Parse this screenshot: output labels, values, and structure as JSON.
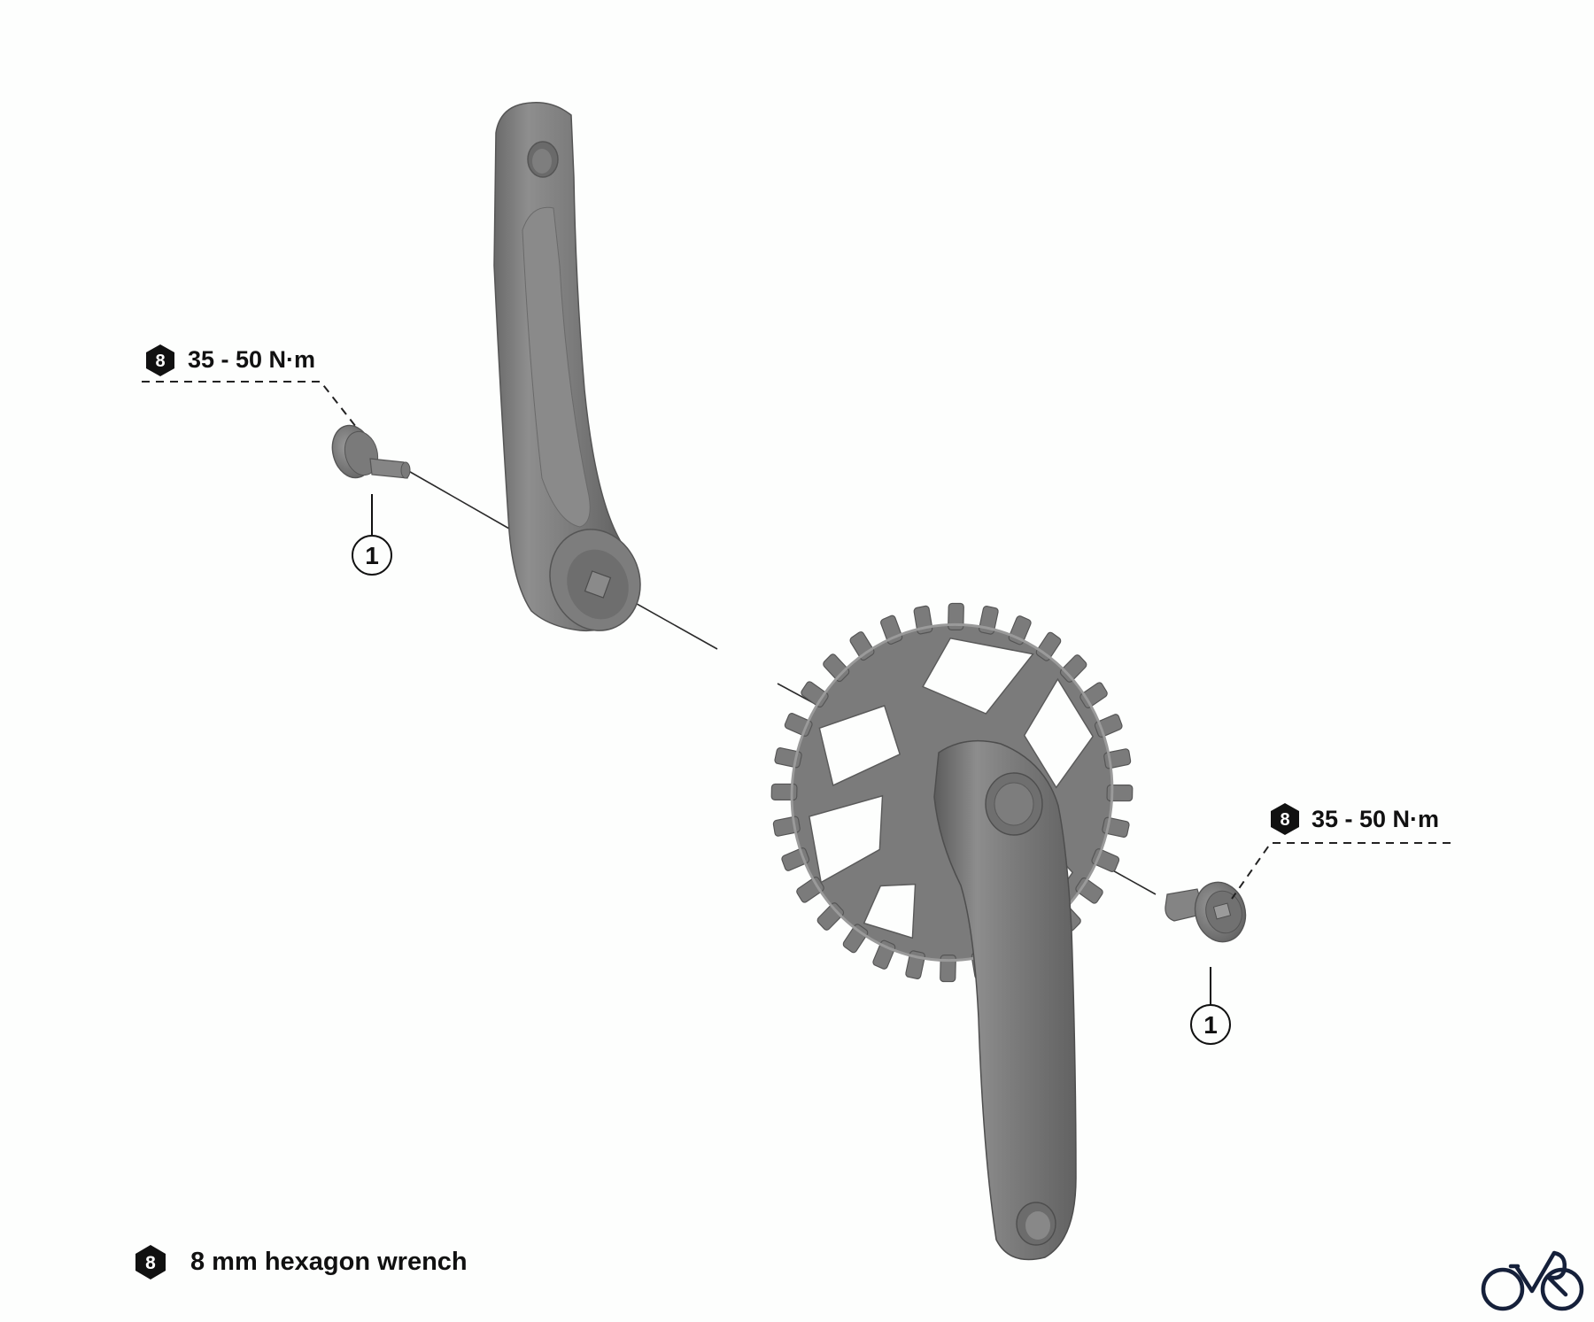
{
  "diagram": {
    "type": "exploded-parts-view",
    "subject": "crankset assembly",
    "background": "#fdfefd",
    "part_color": "#7d7d7d",
    "ink_color": "#111111",
    "logo_color": "#15203a"
  },
  "torque_labels": [
    {
      "tool_number": "8",
      "value": "35 - 50 N·m",
      "position": "upper-left"
    },
    {
      "tool_number": "8",
      "value": "35 - 50 N·m",
      "position": "right"
    }
  ],
  "callouts": [
    {
      "number": "1",
      "part": "crank fixing bolt",
      "side": "left"
    },
    {
      "number": "1",
      "part": "crank fixing bolt",
      "side": "right"
    }
  ],
  "parts": [
    {
      "name": "left-crank-arm"
    },
    {
      "name": "right-crank-arm-with-chainring"
    },
    {
      "name": "chainring"
    },
    {
      "name": "left-fixing-bolt"
    },
    {
      "name": "right-fixing-bolt"
    }
  ],
  "legend": {
    "tool_number": "8",
    "label": "8 mm hexagon wrench"
  },
  "logo": {
    "icon": "bicycle-logo-icon"
  }
}
